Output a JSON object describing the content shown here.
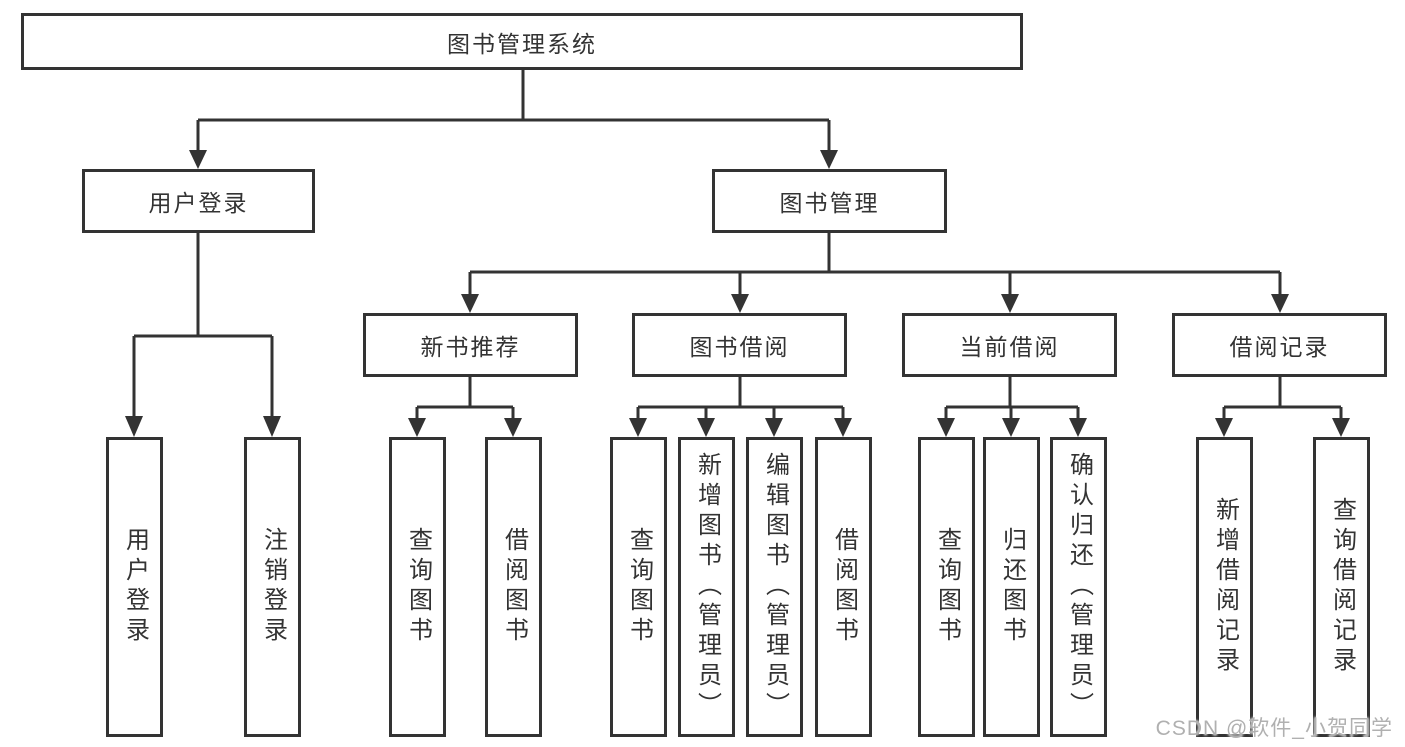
{
  "nodes": {
    "root": "图书管理系统",
    "user_login": "用户登录",
    "book_mgmt": "图书管理",
    "new_books": "新书推荐",
    "book_borrow": "图书借阅",
    "current_borrow": "当前借阅",
    "borrow_records": "借阅记录",
    "ul_login": "用户登录",
    "ul_logout": "注销登录",
    "nb_search": "查询图书",
    "nb_borrow": "借阅图书",
    "bb_search": "查询图书",
    "bb_add": "新增图书（管理员）",
    "bb_edit": "编辑图书（管理员）",
    "bb_borrow": "借阅图书",
    "cb_search": "查询图书",
    "cb_return": "归还图书",
    "cb_confirm": "确认归还（管理员）",
    "br_add": "新增借阅记录",
    "br_search": "查询借阅记录"
  },
  "watermark": "CSDN @软件_小贺同学",
  "colors": {
    "line": "#333333",
    "text": "#333333",
    "background": "#ffffff",
    "watermark": "#b0b0b0"
  }
}
